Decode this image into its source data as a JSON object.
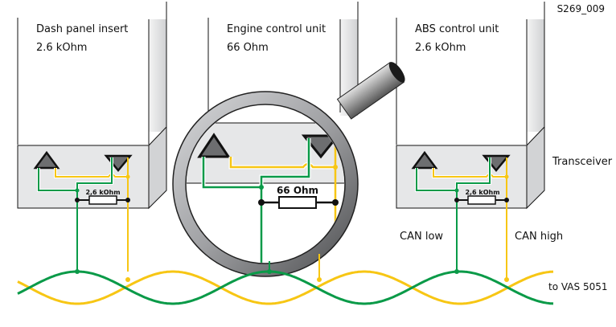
{
  "figure_id": "S269_009",
  "units": [
    {
      "name": "Dash panel insert",
      "resistance": "2.6 kOhm",
      "resistor_label": "2,6 kOhm"
    },
    {
      "name": "Engine control unit",
      "resistance": "66 Ohm",
      "resistor_label": "66 Ohm"
    },
    {
      "name": "ABS control unit",
      "resistance": "2.6 kOhm",
      "resistor_label": "2,6 kOhm"
    }
  ],
  "labels": {
    "transceiver": "Transceiver",
    "can_low": "CAN low",
    "can_high": "CAN high",
    "destination": "to VAS 5051"
  },
  "colors": {
    "can_low": "#0a9a48",
    "can_high": "#f7c614",
    "panel": "#e6e7e8",
    "triangle": "#6d6e70"
  }
}
